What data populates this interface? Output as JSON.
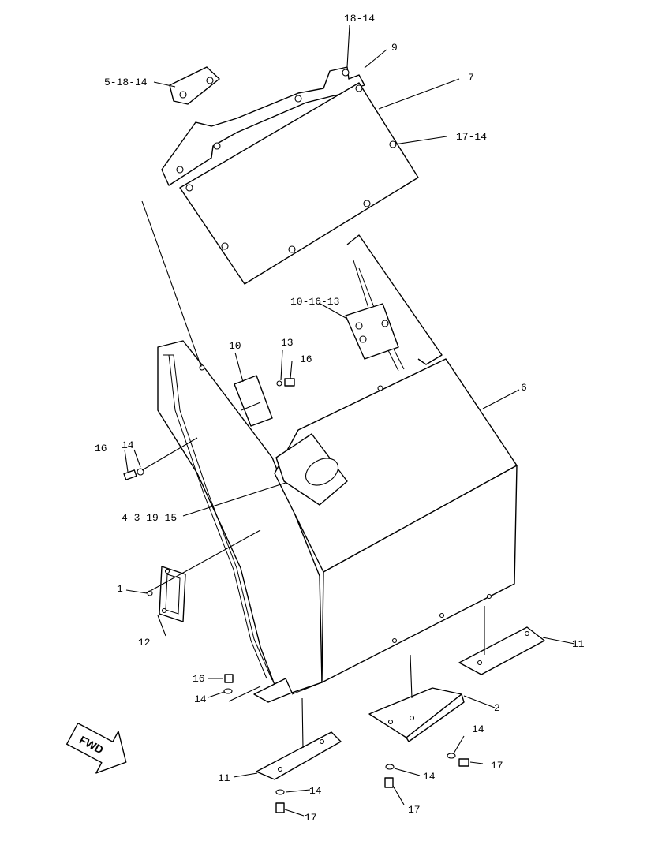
{
  "callouts": {
    "c_18_14_top": "18-14",
    "c_9": "9",
    "c_5_18_14": "5-18-14",
    "c_7": "7",
    "c_17_14": "17-14",
    "c_10_16_13": "10-16-13",
    "c_10": "10",
    "c_13": "13",
    "c_16_upper": "16",
    "c_6": "6",
    "c_16_left": "16",
    "c_14_left": "14",
    "c_4_3_19_15": "4-3-19-15",
    "c_1": "1",
    "c_12": "12",
    "c_11_right": "11",
    "c_16_lower": "16",
    "c_14_lower": "14",
    "c_2": "2",
    "c_14_br_upper": "14",
    "c_17_br_right": "17",
    "c_14_br_lower": "14",
    "c_17_br_lower": "17",
    "c_11_bottom": "11",
    "c_14_bottom": "14",
    "c_17_bottom": "17"
  },
  "fwd_arrow": {
    "label": "FWD"
  }
}
